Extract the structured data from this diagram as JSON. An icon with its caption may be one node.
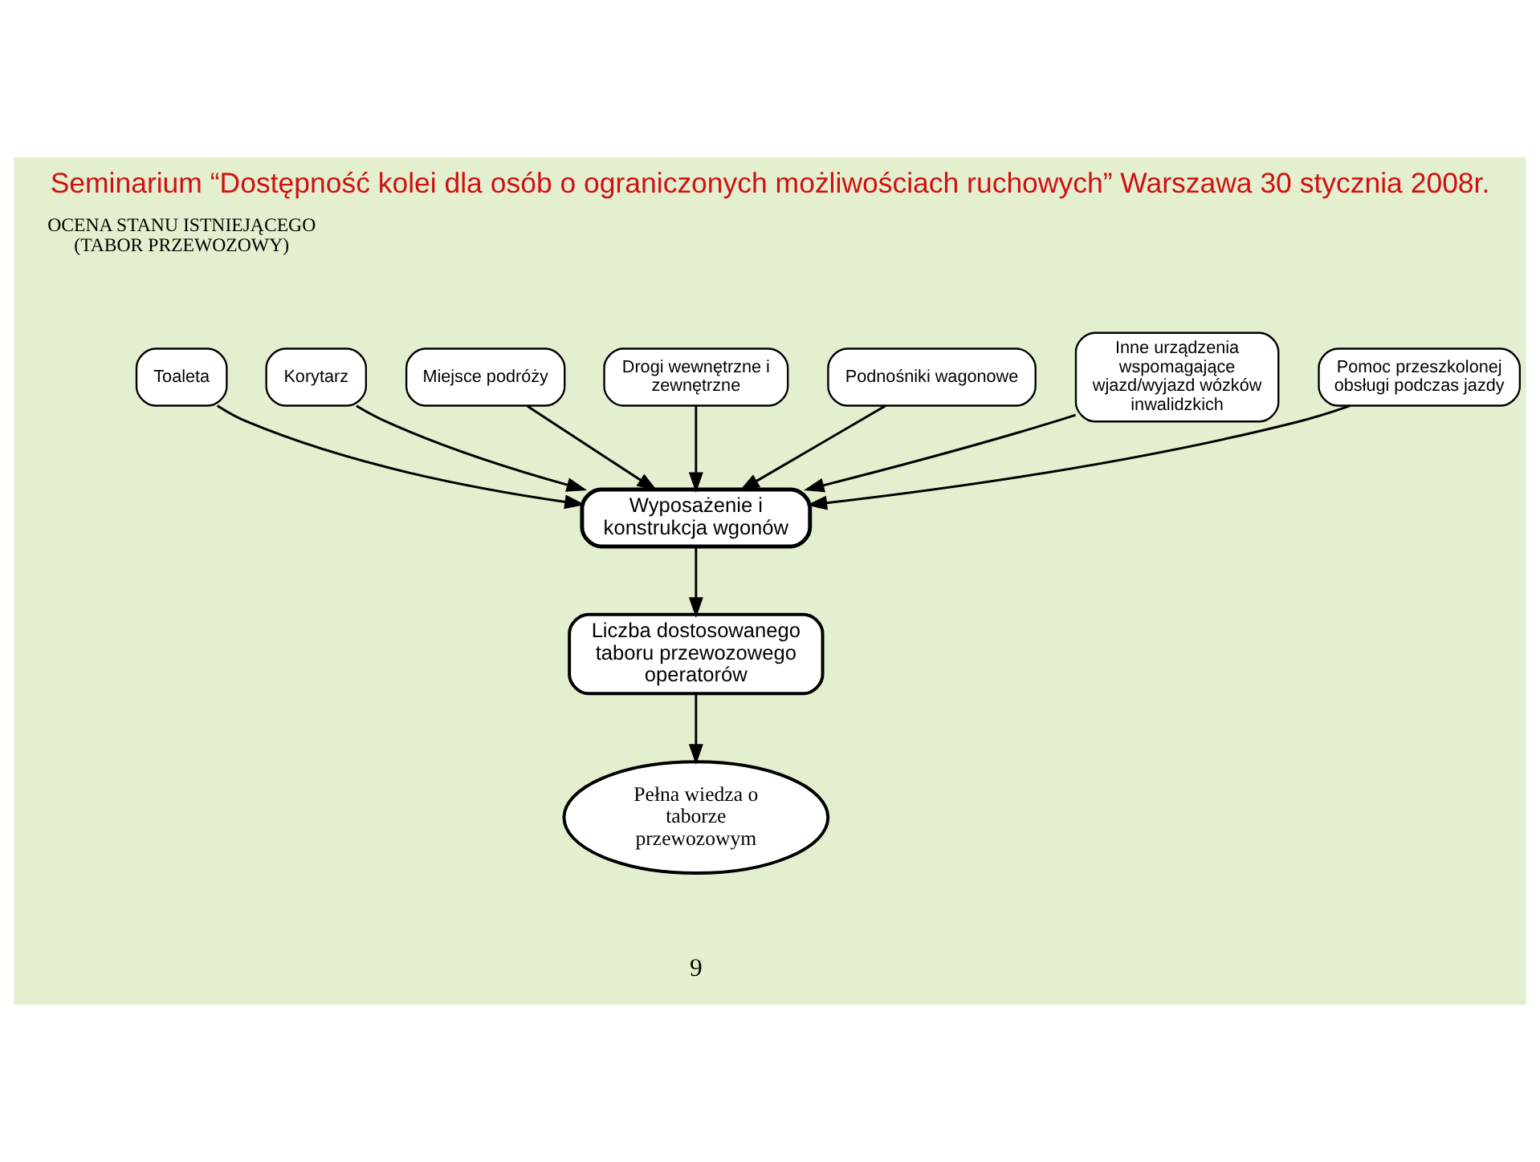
{
  "diagram": {
    "title": "Seminarium “Dostępność kolei dla osób o ograniczonych możliwościach ruchowych” Warszawa 30 stycznia 2008r.",
    "nodes": [
      {
        "text": [
          "Toaleta"
        ]
      },
      {
        "text": [
          "Korytarz"
        ]
      },
      {
        "text": [
          "Miejsce podróży"
        ]
      },
      {
        "text": [
          "Drogi wewnętrzne i zewnętrzne"
        ]
      },
      {
        "text": [
          "Wyposażenie i konstrukcja wgonów"
        ]
      },
      {
        "text": [
          "Podnośniki wagonowe"
        ]
      },
      {
        "text": [
          "Inne urządzenia wspomagające wjazd/wyjazd wózków inwalidzkich"
        ]
      },
      {
        "text": [
          "Pomoc przeszkolonej obsługi podczas jazdy"
        ]
      },
      {
        "text": [
          "Liczba dostosowanego taboru przewozowego operatorów"
        ]
      },
      {
        "text": [
          "Pełna wiedza o taborze przewozowym"
        ]
      }
    ],
    "edges": [
      {
        "from": 0,
        "to": 4,
        "arrow": "to"
      },
      {
        "from": 1,
        "to": 4,
        "arrow": "to"
      },
      {
        "from": 2,
        "to": 4,
        "arrow": "to"
      },
      {
        "from": 3,
        "to": 4,
        "arrow": "to"
      },
      {
        "from": 5,
        "to": 4,
        "arrow": "to"
      },
      {
        "from": 6,
        "to": 4,
        "arrow": "to"
      },
      {
        "from": 7,
        "to": 4,
        "arrow": "to"
      },
      {
        "from": 4,
        "to": 8,
        "arrow": "to"
      },
      {
        "from": 8,
        "to": 9,
        "arrow": "to"
      }
    ],
    "labels": [
      "OCENA STANU ISTNIEJĄCEGO (TABOR PRZEWOZOWY)",
      "9"
    ]
  }
}
